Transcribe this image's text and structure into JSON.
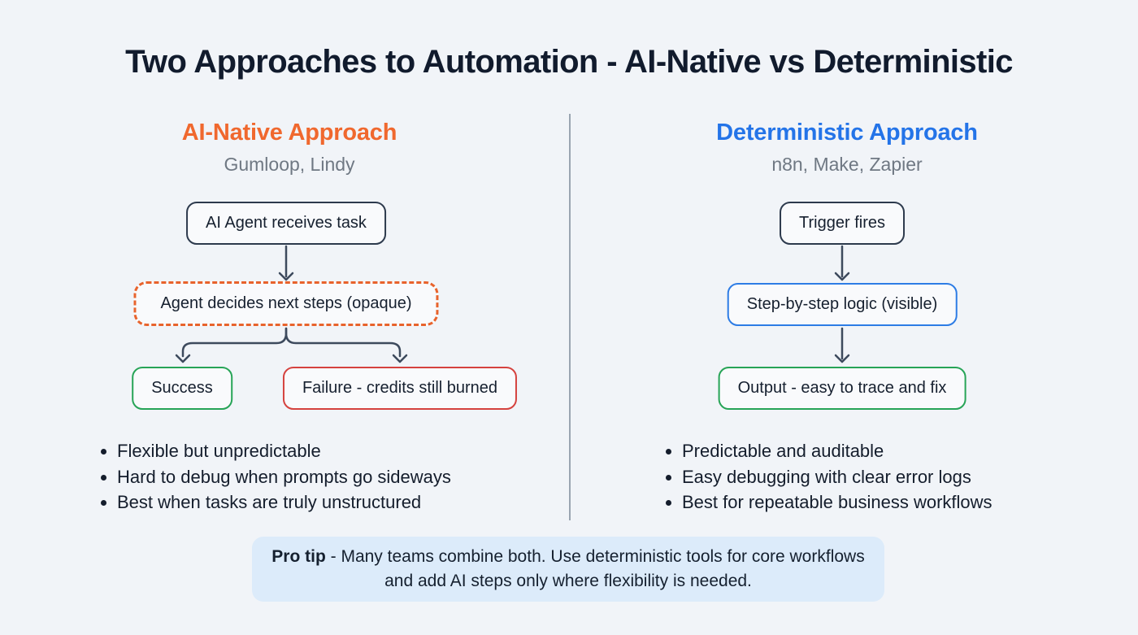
{
  "title": "Two Approaches to Automation - AI-Native vs Deterministic",
  "left_column": {
    "heading": "AI-Native Approach",
    "subtitle": "Gumloop, Lindy",
    "flow": {
      "step1": "AI Agent receives task",
      "step2": "Agent decides next steps (opaque)",
      "success": "Success",
      "failure": "Failure - credits still burned"
    },
    "bullets": [
      "Flexible but unpredictable",
      "Hard to debug when prompts go sideways",
      "Best when tasks are truly unstructured"
    ]
  },
  "right_column": {
    "heading": "Deterministic Approach",
    "subtitle": "n8n, Make, Zapier",
    "flow": {
      "step1": "Trigger fires",
      "step2": "Step-by-step logic (visible)",
      "step3": "Output - easy to trace and fix"
    },
    "bullets": [
      "Predictable and auditable",
      "Easy debugging with clear error logs",
      "Best for repeatable business workflows"
    ]
  },
  "pro_tip": {
    "label": "Pro tip",
    "rest": " - Many teams combine both. Use deterministic tools for core workflows and add AI steps only where flexibility is needed."
  },
  "colors": {
    "background": "#f1f4f8",
    "title_text": "#111b2d",
    "ai_native_orange": "#f0682e",
    "deterministic_blue": "#2474e8",
    "subtitle_gray": "#6f7883",
    "node_border_navy": "#2d3a4d",
    "node_border_green": "#27a457",
    "node_border_red": "#d5423e",
    "node_border_blue": "#2d7ce5",
    "dashed_border_orange": "#e8632c",
    "arrow_slate": "#3d4a5d",
    "divider_gray": "#9aa5b1",
    "pro_tip_background": "#dcebfa"
  }
}
